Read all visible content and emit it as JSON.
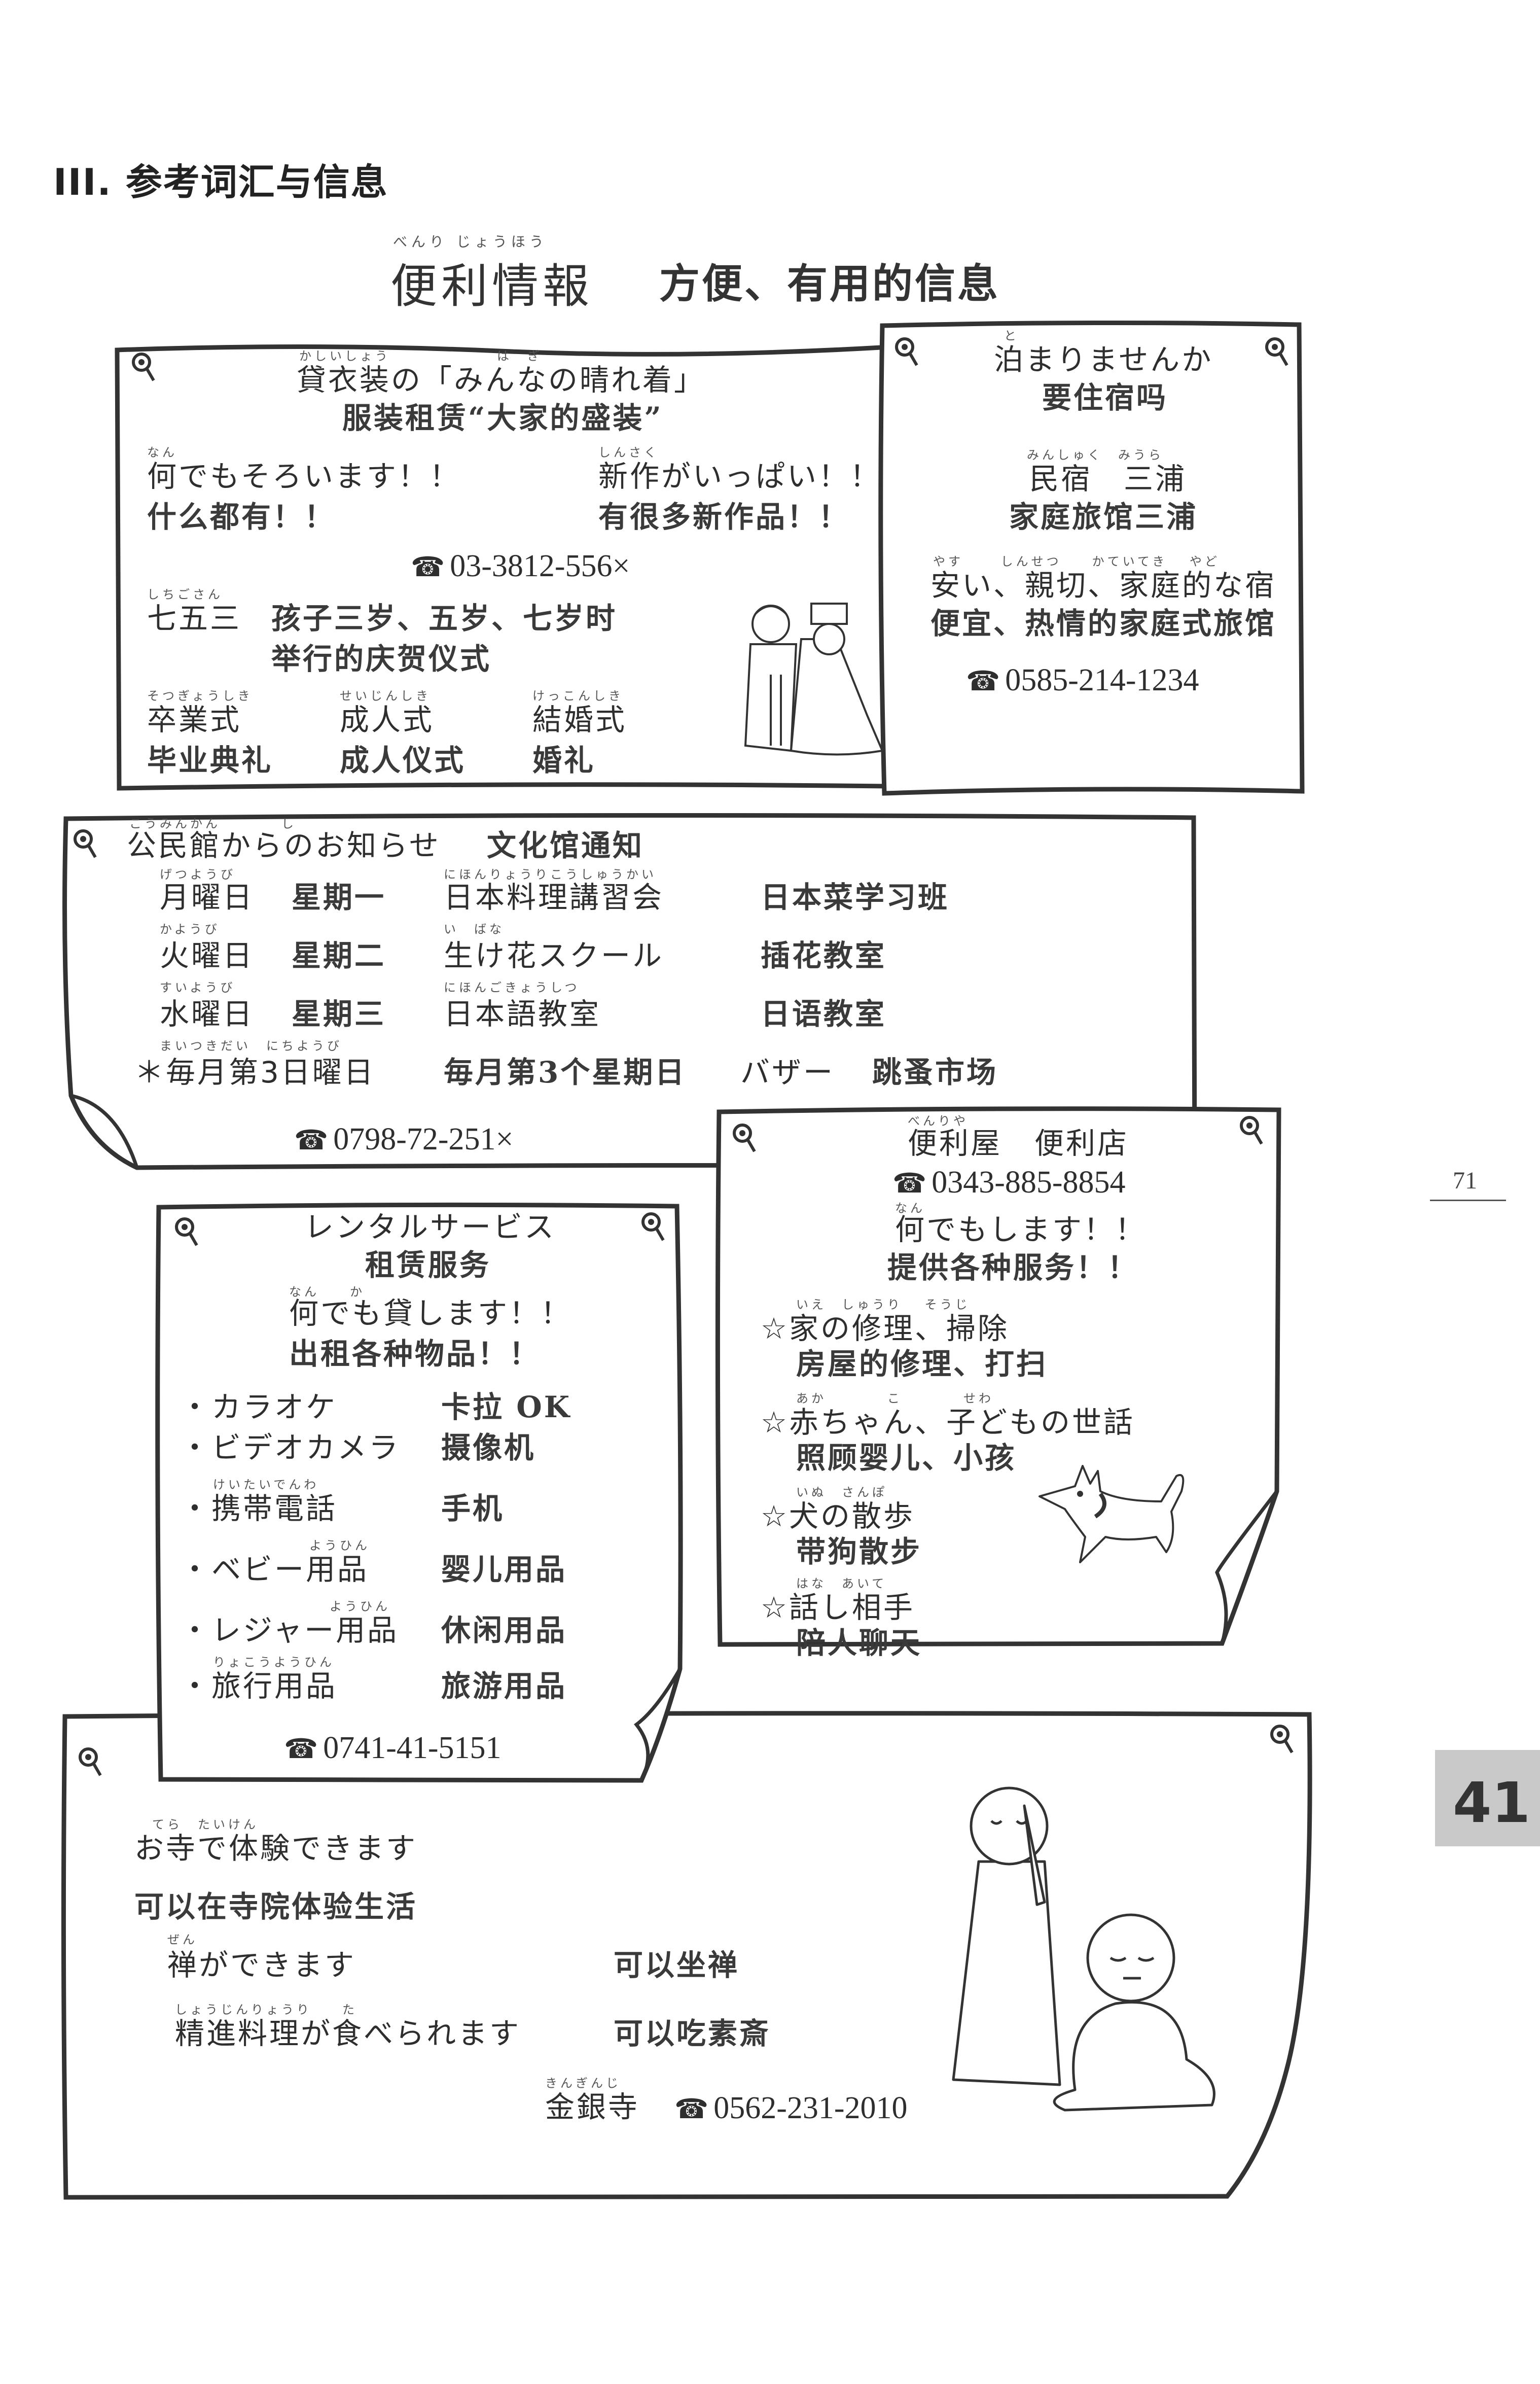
{
  "section_heading": "III. 参考词汇与信息",
  "title": {
    "ja": "便利情報",
    "ja_ruby": "べんり じょうほう",
    "zh": "方便、有用的信息"
  },
  "page_number": "71",
  "lesson_tab": "41",
  "costume": {
    "title_ruby": "かしいしょう　　　　　　　は　ぎ",
    "title_ja": "貸衣装の「みんなの晴れ着」",
    "title_zh": "服装租赁“大家的盛装”",
    "left_ruby": "なん",
    "left_ja": "何でもそろいます！！",
    "left_zh": "什么都有！！",
    "right_ruby": "しんさく",
    "right_ja": "新作がいっぱい！！",
    "right_zh": "有很多新作品！！",
    "phone": "03-3812-556×",
    "shichigosan_ruby": "しちごさん",
    "shichigosan_ja": "七五三",
    "shichigosan_zh1": "孩子三岁、五岁、七岁时",
    "shichigosan_zh2": "举行的庆贺仪式",
    "ceremonies": [
      {
        "ruby": "そつぎょうしき",
        "ja": "卒業式",
        "zh": "毕业典礼"
      },
      {
        "ruby": "せいじんしき",
        "ja": "成人式",
        "zh": "成人仪式"
      },
      {
        "ruby": "けっこんしき",
        "ja": "結婚式",
        "zh": "婚礼"
      }
    ]
  },
  "lodging": {
    "q_ruby": "と",
    "q_ja": "泊まりませんか",
    "q_zh": "要住宿吗",
    "name_ruby": "みんしゅく　みうら",
    "name_ja": "民宿　三浦",
    "name_zh": "家庭旅馆三浦",
    "desc_ruby": "やす　　 しんせつ　　かていてき　 やど",
    "desc_ja": "安い、親切、家庭的な宿",
    "desc_zh": "便宜、热情的家庭式旅馆",
    "phone": "0585-214-1234"
  },
  "community": {
    "title_ruby": "こうみんかん　　　　し",
    "title_ja": "公民館からのお知らせ",
    "title_zh": "文化馆通知",
    "rows": [
      {
        "day_ruby": "げつようび",
        "day_ja": "月曜日",
        "day_zh": "星期一",
        "class_ruby": "にほんりょうりこうしゅうかい",
        "class_ja": "日本料理講習会",
        "class_zh": "日本菜学习班"
      },
      {
        "day_ruby": "かようび",
        "day_ja": "火曜日",
        "day_zh": "星期二",
        "class_ruby": "い　ばな",
        "class_ja": "生け花スクール",
        "class_zh": "插花教室"
      },
      {
        "day_ruby": "すいようび",
        "day_ja": "水曜日",
        "day_zh": "星期三",
        "class_ruby": "にほんごきょうしつ",
        "class_ja": "日本語教室",
        "class_zh": "日语教室"
      }
    ],
    "special": {
      "ruby": "まいつきだい　にちようび",
      "ja": "＊毎月第3日曜日",
      "zh": "毎月第3个星期日",
      "event_ja": "バザー",
      "event_zh": "跳蚤市场"
    },
    "phone": "0798-72-251×"
  },
  "benriya": {
    "title_ruby": "べんりや",
    "title_ja": "便利屋",
    "title_zh": "便利店",
    "phone": "0343-885-8854",
    "slogan_ruby": "なん",
    "slogan_ja": "何でもします！！",
    "slogan_zh": "提供各种服务！！",
    "services": [
      {
        "ruby": "いえ　しゅうり　 そうじ",
        "ja": "☆家の修理、掃除",
        "zh": "房屋的修理、打扫"
      },
      {
        "ruby": "あか　　　　こ　　　　せわ",
        "ja": "☆赤ちゃん、子どもの世話",
        "zh": "照顾婴儿、小孩"
      },
      {
        "ruby": "いぬ　さんぽ",
        "ja": "☆犬の散歩",
        "zh": "带狗散步"
      },
      {
        "ruby": "はな　あいて",
        "ja": "☆話し相手",
        "zh": "陪人聊天"
      }
    ]
  },
  "rental": {
    "title_ja": "レンタルサービス",
    "title_zh": "租赁服务",
    "slogan_ruby": "なん　　か",
    "slogan_ja": "何でも貸します！！",
    "slogan_zh": "出租各种物品！！",
    "items": [
      {
        "ruby": "",
        "ja": "・カラオケ",
        "zh": "卡拉 OK"
      },
      {
        "ruby": "",
        "ja": "・ビデオカメラ",
        "zh": "摄像机"
      },
      {
        "ruby": "けいたいでんわ",
        "ja": "・携帯電話",
        "zh": "手机"
      },
      {
        "ruby": "ようひん",
        "ja": "・ベビー用品",
        "zh": "婴儿用品"
      },
      {
        "ruby": "ようひん",
        "ja": "・レジャー用品",
        "zh": "休闲用品"
      },
      {
        "ruby": "りょこうようひん",
        "ja": "・旅行用品",
        "zh": "旅游用品"
      }
    ],
    "phone": "0741-41-5151"
  },
  "temple": {
    "intro_ruby": "てら　たいけん",
    "intro_ja": "お寺で体験できます",
    "intro_zh": "可以在寺院体验生活",
    "zen_ruby": "ぜん",
    "zen_ja": "禅ができます",
    "zen_zh": "可以坐禅",
    "food_ruby": "しょうじんりょうり　　た",
    "food_ja": "精進料理が食べられます",
    "food_zh": "可以吃素斎",
    "name_ruby": "きんぎんじ",
    "name_ja": "金銀寺",
    "phone": "0562-231-2010"
  }
}
